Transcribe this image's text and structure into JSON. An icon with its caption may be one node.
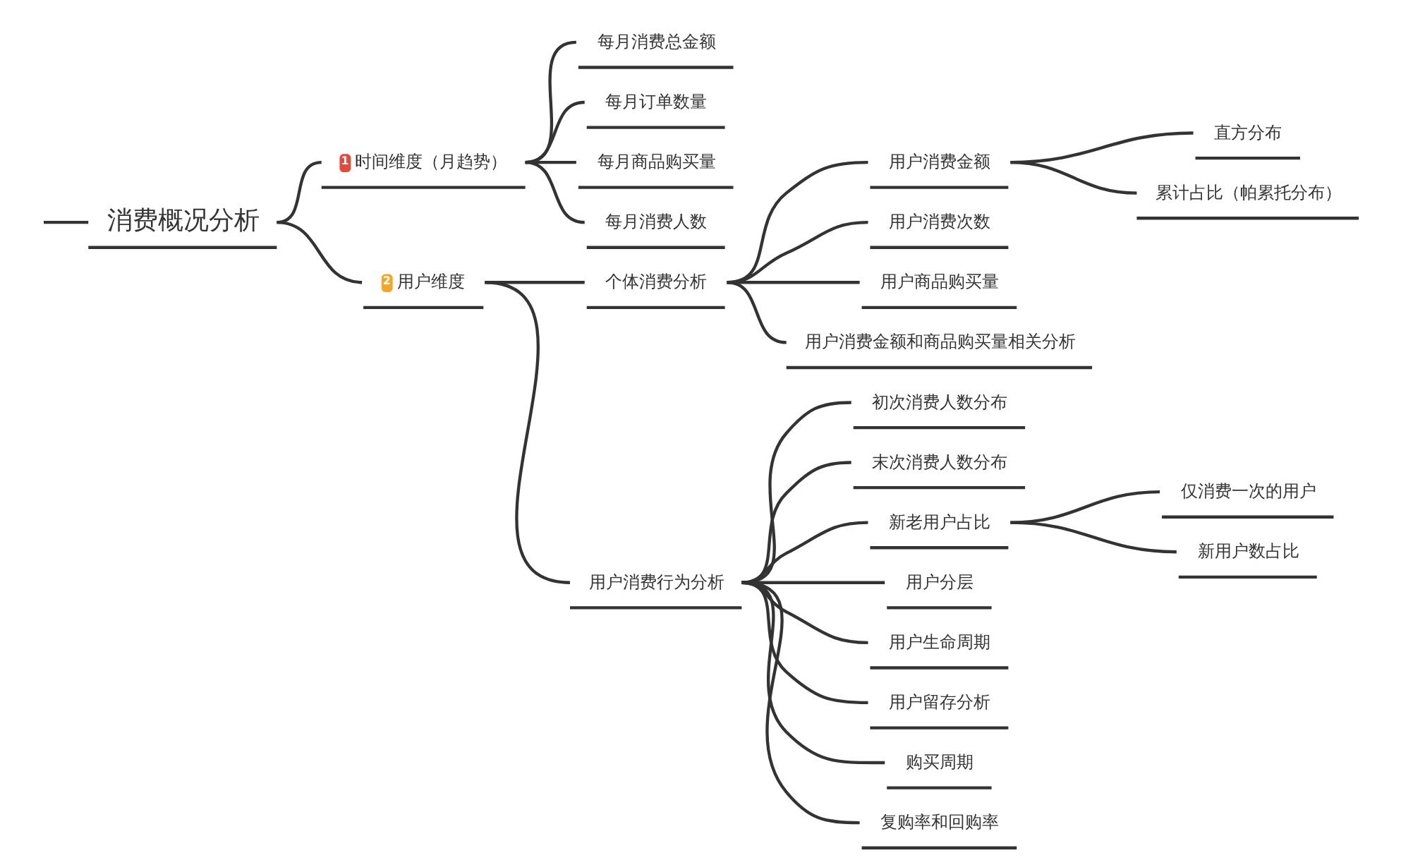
{
  "diagram": {
    "nodes": [
      {
        "text": [
          "消费概况分析"
        ]
      },
      {
        "text": [
          "1",
          "时间维度（月趋势）"
        ]
      },
      {
        "text": [
          "每月消费总金额"
        ]
      },
      {
        "text": [
          "每月订单数量"
        ]
      },
      {
        "text": [
          "每月商品购买量"
        ]
      },
      {
        "text": [
          "每月消费人数"
        ]
      },
      {
        "text": [
          "2",
          "用户维度"
        ]
      },
      {
        "text": [
          "个体消费分析"
        ]
      },
      {
        "text": [
          "用户消费金额"
        ]
      },
      {
        "text": [
          "直方分布"
        ]
      },
      {
        "text": [
          "累计占比（帕累托分布）"
        ]
      },
      {
        "text": [
          "用户消费次数"
        ]
      },
      {
        "text": [
          "用户商品购买量"
        ]
      },
      {
        "text": [
          "用户消费金额和商品购买量相关分析"
        ]
      },
      {
        "text": [
          "用户消费行为分析"
        ]
      },
      {
        "text": [
          "初次消费人数分布"
        ]
      },
      {
        "text": [
          "末次消费人数分布"
        ]
      },
      {
        "text": [
          "新老用户占比"
        ]
      },
      {
        "text": [
          "仅消费一次的用户"
        ]
      },
      {
        "text": [
          "新用户数占比"
        ]
      },
      {
        "text": [
          "用户分层"
        ]
      },
      {
        "text": [
          "用户生命周期"
        ]
      },
      {
        "text": [
          "用户留存分析"
        ]
      },
      {
        "text": [
          "购买周期"
        ]
      },
      {
        "text": [
          "复购率和回购率"
        ]
      }
    ],
    "edges": [
      {
        "from": null,
        "to": 0,
        "arrow": "none"
      },
      {
        "from": 0,
        "to": 1,
        "arrow": "none"
      },
      {
        "from": 1,
        "to": 2,
        "arrow": "none"
      },
      {
        "from": 1,
        "to": 3,
        "arrow": "none"
      },
      {
        "from": 1,
        "to": 4,
        "arrow": "none"
      },
      {
        "from": 1,
        "to": 5,
        "arrow": "none"
      },
      {
        "from": 0,
        "to": 6,
        "arrow": "none"
      },
      {
        "from": 6,
        "to": 7,
        "arrow": "none"
      },
      {
        "from": 7,
        "to": 8,
        "arrow": "none"
      },
      {
        "from": 8,
        "to": 9,
        "arrow": "none"
      },
      {
        "from": 8,
        "to": 10,
        "arrow": "none"
      },
      {
        "from": 7,
        "to": 11,
        "arrow": "none"
      },
      {
        "from": 7,
        "to": 12,
        "arrow": "none"
      },
      {
        "from": 7,
        "to": 13,
        "arrow": "none"
      },
      {
        "from": 6,
        "to": 14,
        "arrow": "none"
      },
      {
        "from": 14,
        "to": 15,
        "arrow": "none"
      },
      {
        "from": 14,
        "to": 16,
        "arrow": "none"
      },
      {
        "from": 14,
        "to": 17,
        "arrow": "none"
      },
      {
        "from": 17,
        "to": 18,
        "arrow": "none"
      },
      {
        "from": 17,
        "to": 19,
        "arrow": "none"
      },
      {
        "from": 14,
        "to": 20,
        "arrow": "none"
      },
      {
        "from": 14,
        "to": 21,
        "arrow": "none"
      },
      {
        "from": 14,
        "to": 22,
        "arrow": "none"
      },
      {
        "from": 14,
        "to": 23,
        "arrow": "none"
      },
      {
        "from": 14,
        "to": 24,
        "arrow": "none"
      }
    ]
  }
}
